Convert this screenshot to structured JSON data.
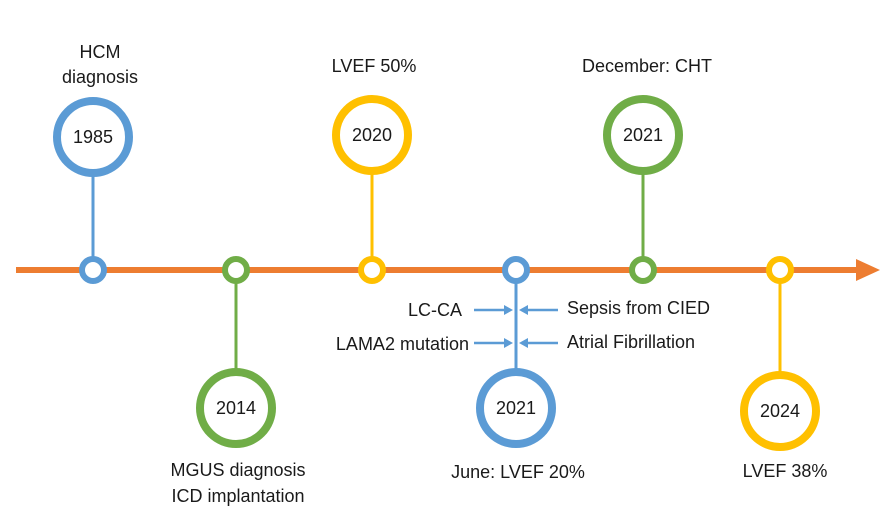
{
  "colors": {
    "axis": "#ED7D31",
    "blue": "#5B9BD5",
    "green": "#70AD47",
    "yellow": "#FFC000",
    "text": "#1a1a1a"
  },
  "events": [
    {
      "year": "1985",
      "label_lines": [
        "HCM",
        "diagnosis"
      ],
      "color": "blue"
    },
    {
      "year": "2014",
      "label_lines": [
        "MGUS diagnosis",
        "ICD implantation"
      ],
      "color": "green"
    },
    {
      "year": "2020",
      "label_lines": [
        "LVEF 50%"
      ],
      "color": "yellow"
    },
    {
      "year": "2021",
      "label_lines": [
        "June: LVEF 20%"
      ],
      "color": "blue"
    },
    {
      "year": "2021",
      "label_lines": [
        "December: CHT"
      ],
      "color": "green"
    },
    {
      "year": "2024",
      "label_lines": [
        "LVEF 38%"
      ],
      "color": "yellow"
    }
  ],
  "side_notes": {
    "left": [
      "LC-CA",
      "LAMA2 mutation"
    ],
    "right": [
      "Sepsis from CIED",
      "Atrial Fibrillation"
    ]
  }
}
